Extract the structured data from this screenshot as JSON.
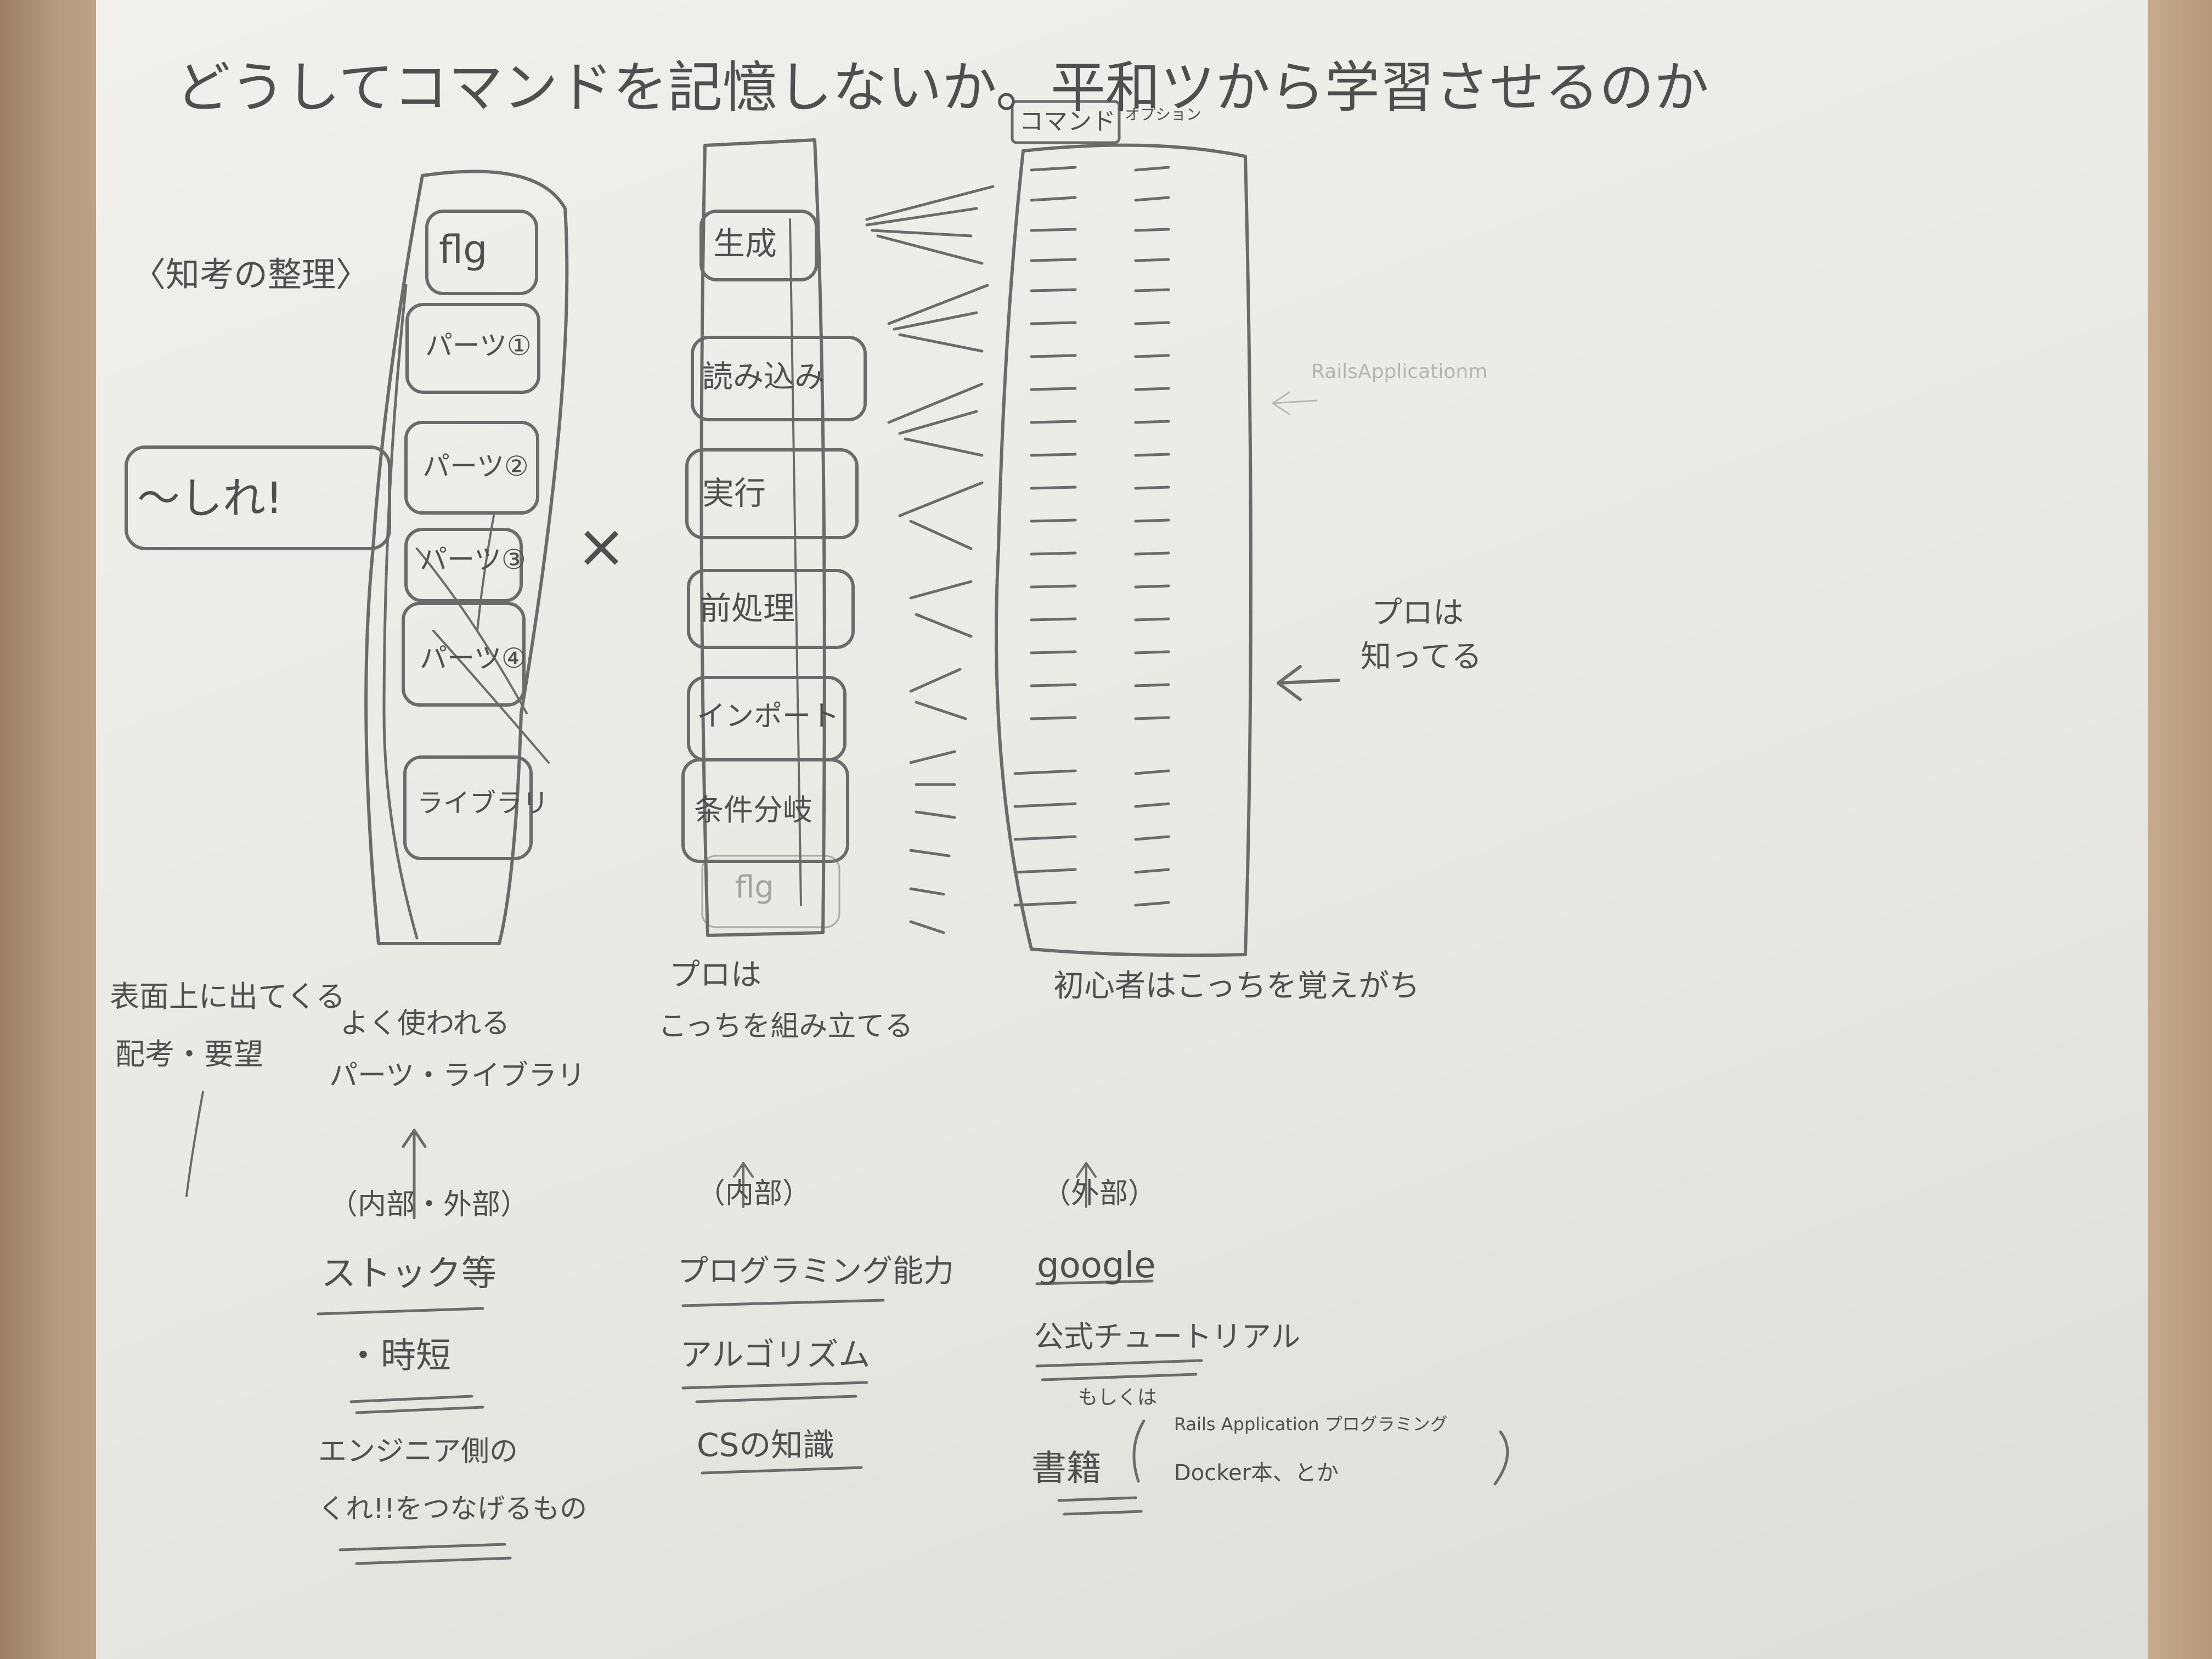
{
  "title": "どうしてコマンドを記憶しないか。平和ツから学習させるのか",
  "left_column": {
    "label": "〈知考の整理〉",
    "aside": "～しれ!",
    "cards": [
      "flg",
      "パーツ①",
      "パーツ②",
      "パーツ③",
      "パーツ④",
      "ライブラリ"
    ],
    "caption_left_1": "表面上に出てくる",
    "caption_left_2": "配考・要望",
    "caption_right_1": "よく使われる",
    "caption_right_2": "パーツ・ライブラリ",
    "bracket": "（内部・外部）",
    "items": [
      "ストック等",
      "・時短",
      "エンジニア側の",
      "くれ!!をつなげるもの"
    ]
  },
  "cross": "×",
  "middle_column": {
    "cards": [
      "生成",
      "読み込み",
      "実行",
      "前処理",
      "インポート",
      "条件分岐",
      "flg"
    ],
    "caption_1": "プロは",
    "caption_2": "こっちを組み立てる",
    "bracket": "（内部）",
    "items": [
      "プログラミング能力",
      "アルゴリズム",
      "CSの知識"
    ]
  },
  "right_column": {
    "header_1": "コマンド",
    "header_2": "オプション",
    "side_arrow_note_1": "プロは",
    "side_arrow_note_2": "知ってる",
    "faint_note": "RailsApplicationm",
    "caption": "初心者はこっちを覚えがち",
    "bracket": "（外部）",
    "items": [
      "google",
      "公式チュートリアル",
      "もしくは",
      "書籍"
    ],
    "book_note_1": "Rails Application プログラミング",
    "book_note_2": "Docker本、とか"
  },
  "colors": {
    "ink": "#4f4f4f",
    "pencil": "#6b6b6b",
    "paper": "#eceae5",
    "wood": "#b3977c"
  }
}
